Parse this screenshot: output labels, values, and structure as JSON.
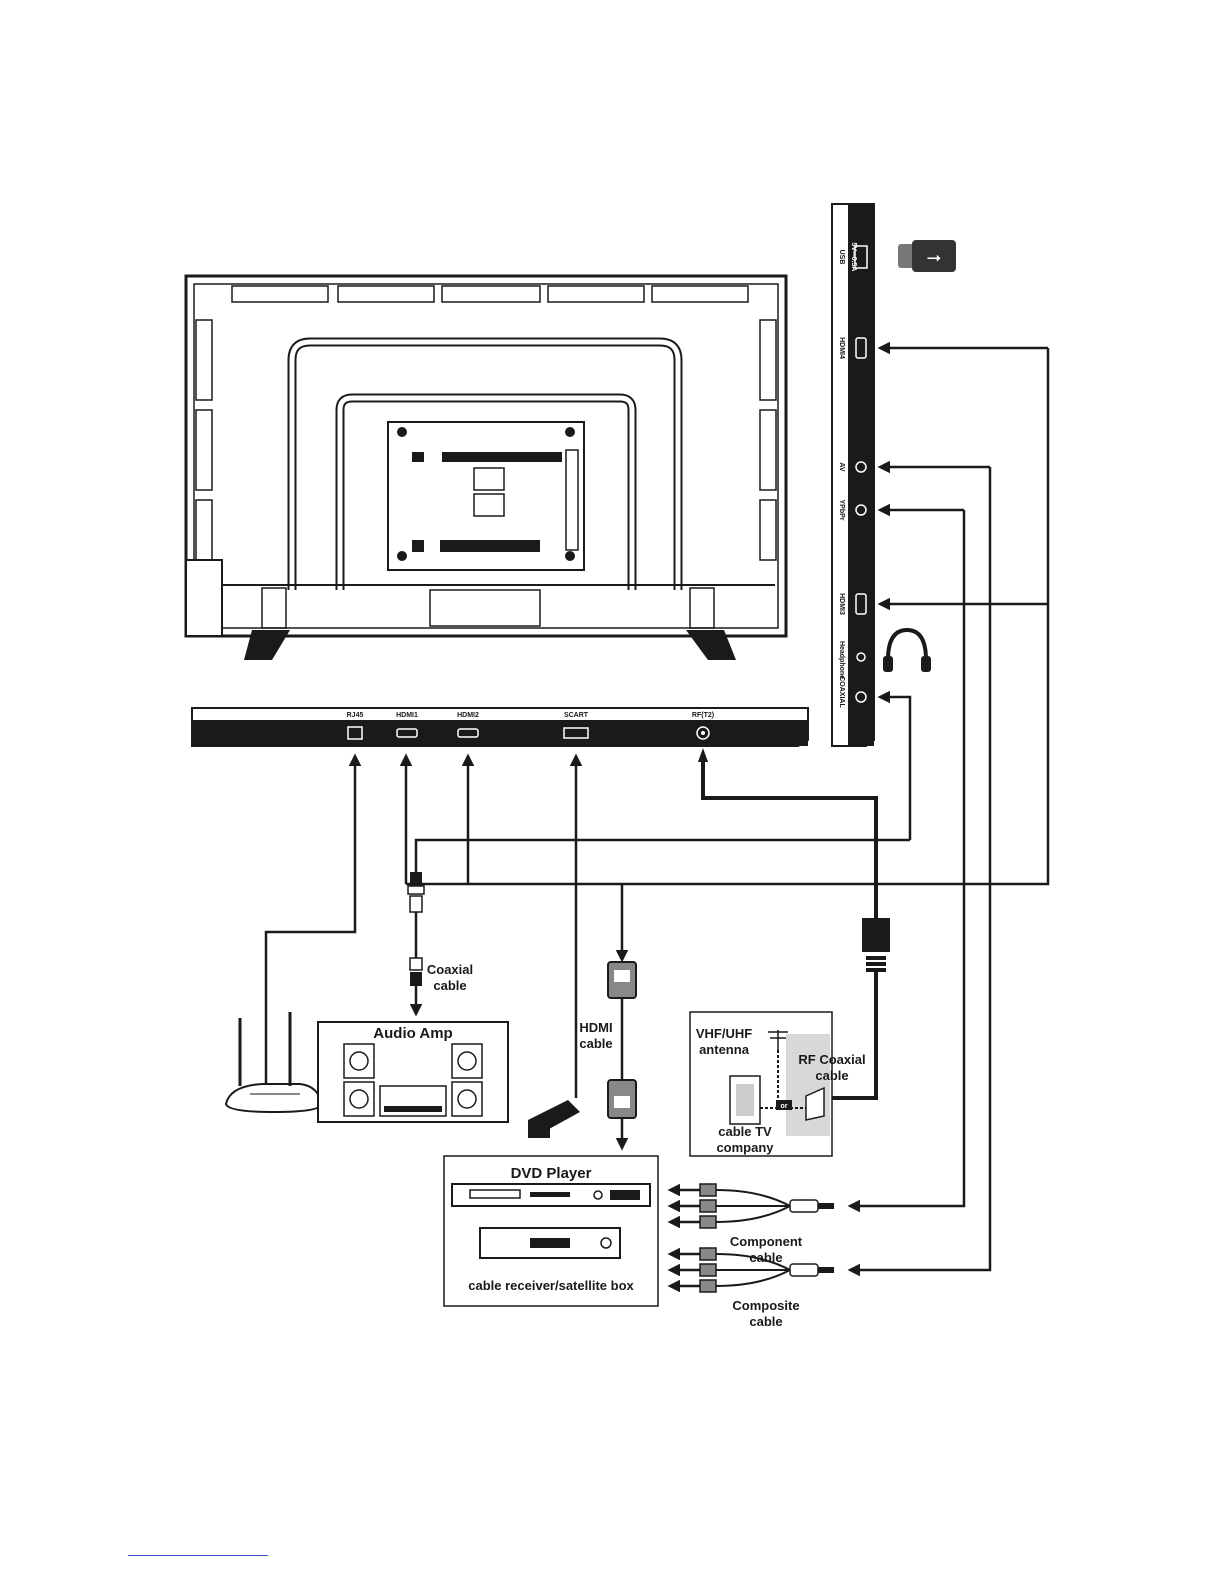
{
  "side_panel": {
    "usb": "USB",
    "usb_rating": "5V⎓0.5A",
    "hdmi4": "HDMI4",
    "av": "AV",
    "ypbpr": "YPbPr",
    "hdmi3": "HDMI3",
    "headphone": "Headphone",
    "coaxial": "COAXIAL"
  },
  "bottom_panel": {
    "rj45": "RJ45",
    "hdmi1": "HDMI1",
    "hdmi2": "HDMI2",
    "scart": "SCART",
    "rf": "RF(T2)"
  },
  "devices": {
    "audio_amp": "Audio Amp",
    "dvd_player": "DVD Player",
    "cable_box": "cable receiver/satellite box",
    "antenna_line1": "VHF/UHF",
    "antenna_line2": "antenna",
    "cabletv_line1": "cable TV",
    "cabletv_line2": "company",
    "or_label": "or"
  },
  "cables": {
    "coaxial_line1": "Coaxial",
    "coaxial_line2": "cable",
    "hdmi_line1": "HDMI",
    "hdmi_line2": "cable",
    "rf_line1": "RF Coaxial",
    "rf_line2": "cable",
    "component_line1": "Component",
    "component_line2": "cable",
    "composite_line1": "Composite",
    "composite_line2": "cable"
  },
  "icons": [
    "usb-stick-icon",
    "headphones-icon",
    "router-icon",
    "scart-plug-icon",
    "antenna-icon"
  ]
}
